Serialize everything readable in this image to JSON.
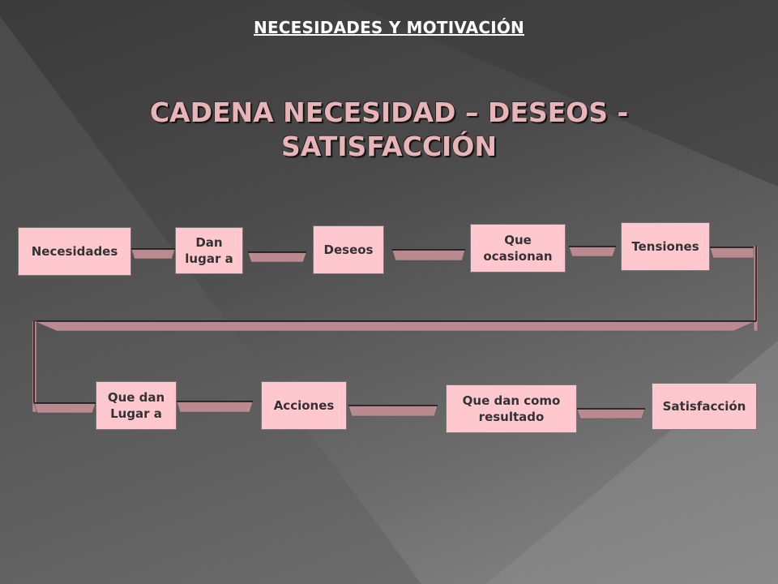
{
  "slide": {
    "header": "NECESIDADES Y MOTIVACIÓN",
    "title": "CADENA NECESIDAD – DESEOS - SATISFACCIÓN"
  },
  "diagram": {
    "nodes": [
      {
        "id": "necesidades",
        "label": "Necesidades"
      },
      {
        "id": "dan-lugar",
        "label": "Dan lugar a"
      },
      {
        "id": "deseos",
        "label": "Deseos"
      },
      {
        "id": "que-ocasionan",
        "label": "Que ocasionan"
      },
      {
        "id": "tensiones",
        "label": "Tensiones"
      },
      {
        "id": "que-dan-lugar",
        "label": "Que dan Lugar a"
      },
      {
        "id": "acciones",
        "label": "Acciones"
      },
      {
        "id": "que-dan-resultado",
        "label": "Que dan como resultado"
      },
      {
        "id": "satisfaccion",
        "label": "Satisfacción"
      }
    ]
  },
  "colors": {
    "node_fill": "#ffc7ce",
    "connector_fill": "#b98a8f",
    "title_color": "#e8b4b8"
  }
}
